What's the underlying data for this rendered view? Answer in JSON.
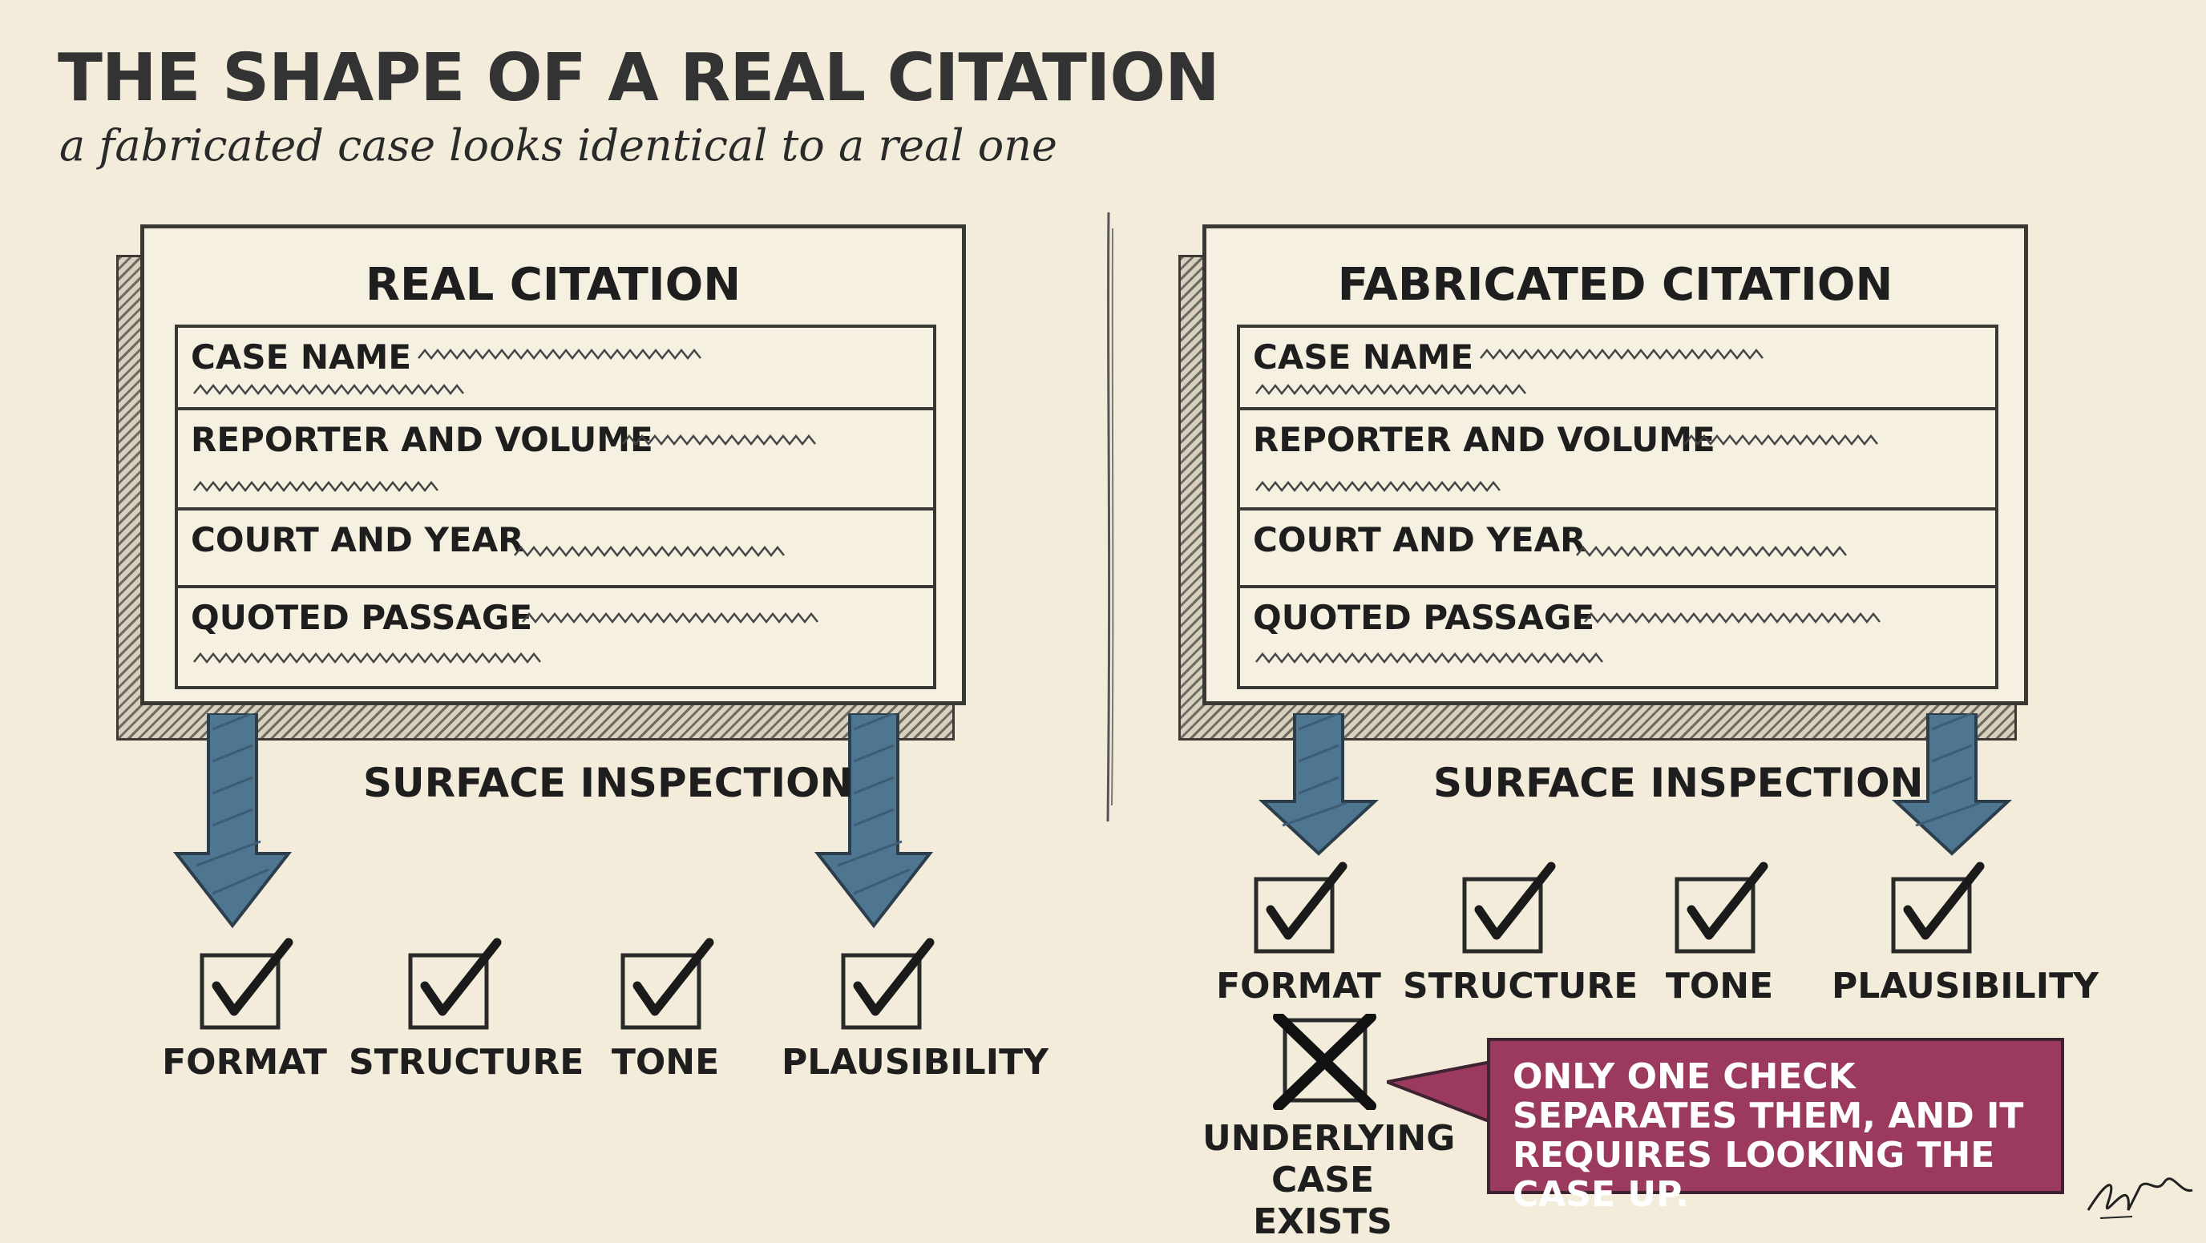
{
  "header": {
    "title": "THE SHAPE OF A REAL CITATION",
    "subtitle": "a fabricated case looks identical to a real one"
  },
  "panels": {
    "real": {
      "title": "REAL CITATION",
      "fields": [
        "CASE NAME",
        "REPORTER AND VOLUME",
        "COURT AND YEAR",
        "QUOTED PASSAGE"
      ],
      "surface_label": "SURFACE INSPECTION",
      "checks": [
        "FORMAT",
        "STRUCTURE",
        "TONE",
        "PLAUSIBILITY"
      ]
    },
    "fabricated": {
      "title": "FABRICATED CITATION",
      "fields": [
        "CASE NAME",
        "REPORTER AND VOLUME",
        "COURT AND YEAR",
        "QUOTED PASSAGE"
      ],
      "surface_label": "SURFACE INSPECTION",
      "checks": [
        "FORMAT",
        "STRUCTURE",
        "TONE",
        "PLAUSIBILITY"
      ],
      "failed_check": "UNDERLYING CASE EXISTS",
      "callout": "ONLY ONE CHECK SEPARATES THEM, AND IT REQUIRES LOOKING THE CASE UP."
    }
  },
  "colors": {
    "background": "#f3ecdb",
    "arrow": "#4e7690",
    "callout": "#9b3a5e",
    "ink": "#2a2a2a"
  },
  "icons": [
    "check-icon",
    "x-icon",
    "down-arrow-icon"
  ]
}
